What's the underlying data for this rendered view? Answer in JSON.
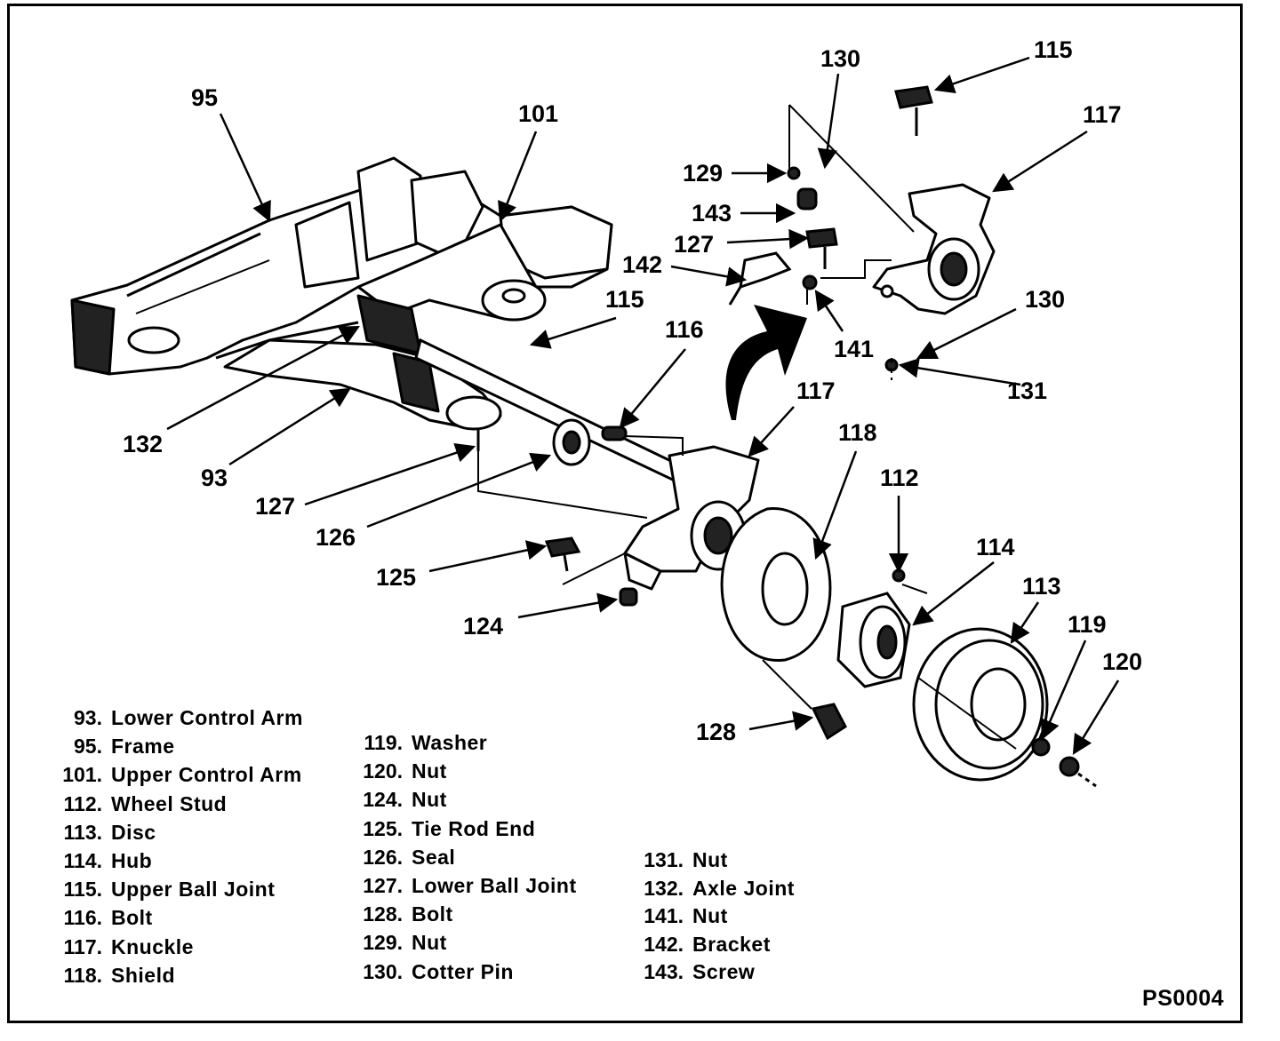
{
  "callouts": {
    "c95": "95",
    "c101": "101",
    "c130a": "130",
    "c115a": "115",
    "c117a": "117",
    "c129": "129",
    "c143": "143",
    "c127a": "127",
    "c142": "142",
    "c115b": "115",
    "c130b": "130",
    "c116": "116",
    "c141": "141",
    "c131": "131",
    "c117b": "117",
    "c132": "132",
    "c93": "93",
    "c118": "118",
    "c127b": "127",
    "c112": "112",
    "c126": "126",
    "c114": "114",
    "c125": "125",
    "c113": "113",
    "c119": "119",
    "c124": "124",
    "c120": "120",
    "c128": "128"
  },
  "legend": {
    "col_a": [
      {
        "num": "93.",
        "label": "Lower Control Arm"
      },
      {
        "num": "95.",
        "label": "Frame"
      },
      {
        "num": "101.",
        "label": "Upper Control Arm"
      },
      {
        "num": "112.",
        "label": "Wheel Stud"
      },
      {
        "num": "113.",
        "label": "Disc"
      },
      {
        "num": "114.",
        "label": "Hub"
      },
      {
        "num": "115.",
        "label": "Upper Ball Joint"
      },
      {
        "num": "116.",
        "label": "Bolt"
      },
      {
        "num": "117.",
        "label": "Knuckle"
      },
      {
        "num": "118.",
        "label": "Shield"
      }
    ],
    "col_b": [
      {
        "num": "119.",
        "label": "Washer"
      },
      {
        "num": "120.",
        "label": "Nut"
      },
      {
        "num": "124.",
        "label": "Nut"
      },
      {
        "num": "125.",
        "label": "Tie Rod End"
      },
      {
        "num": "126.",
        "label": "Seal"
      },
      {
        "num": "127.",
        "label": "Lower Ball Joint"
      },
      {
        "num": "128.",
        "label": "Bolt"
      },
      {
        "num": "129.",
        "label": "Nut"
      },
      {
        "num": "130.",
        "label": "Cotter Pin"
      }
    ],
    "col_c": [
      {
        "num": "131.",
        "label": "Nut"
      },
      {
        "num": "132.",
        "label": "Axle Joint"
      },
      {
        "num": "141.",
        "label": "Nut"
      },
      {
        "num": "142.",
        "label": "Bracket"
      },
      {
        "num": "143.",
        "label": "Screw"
      }
    ]
  },
  "figure_code": "PS0004"
}
